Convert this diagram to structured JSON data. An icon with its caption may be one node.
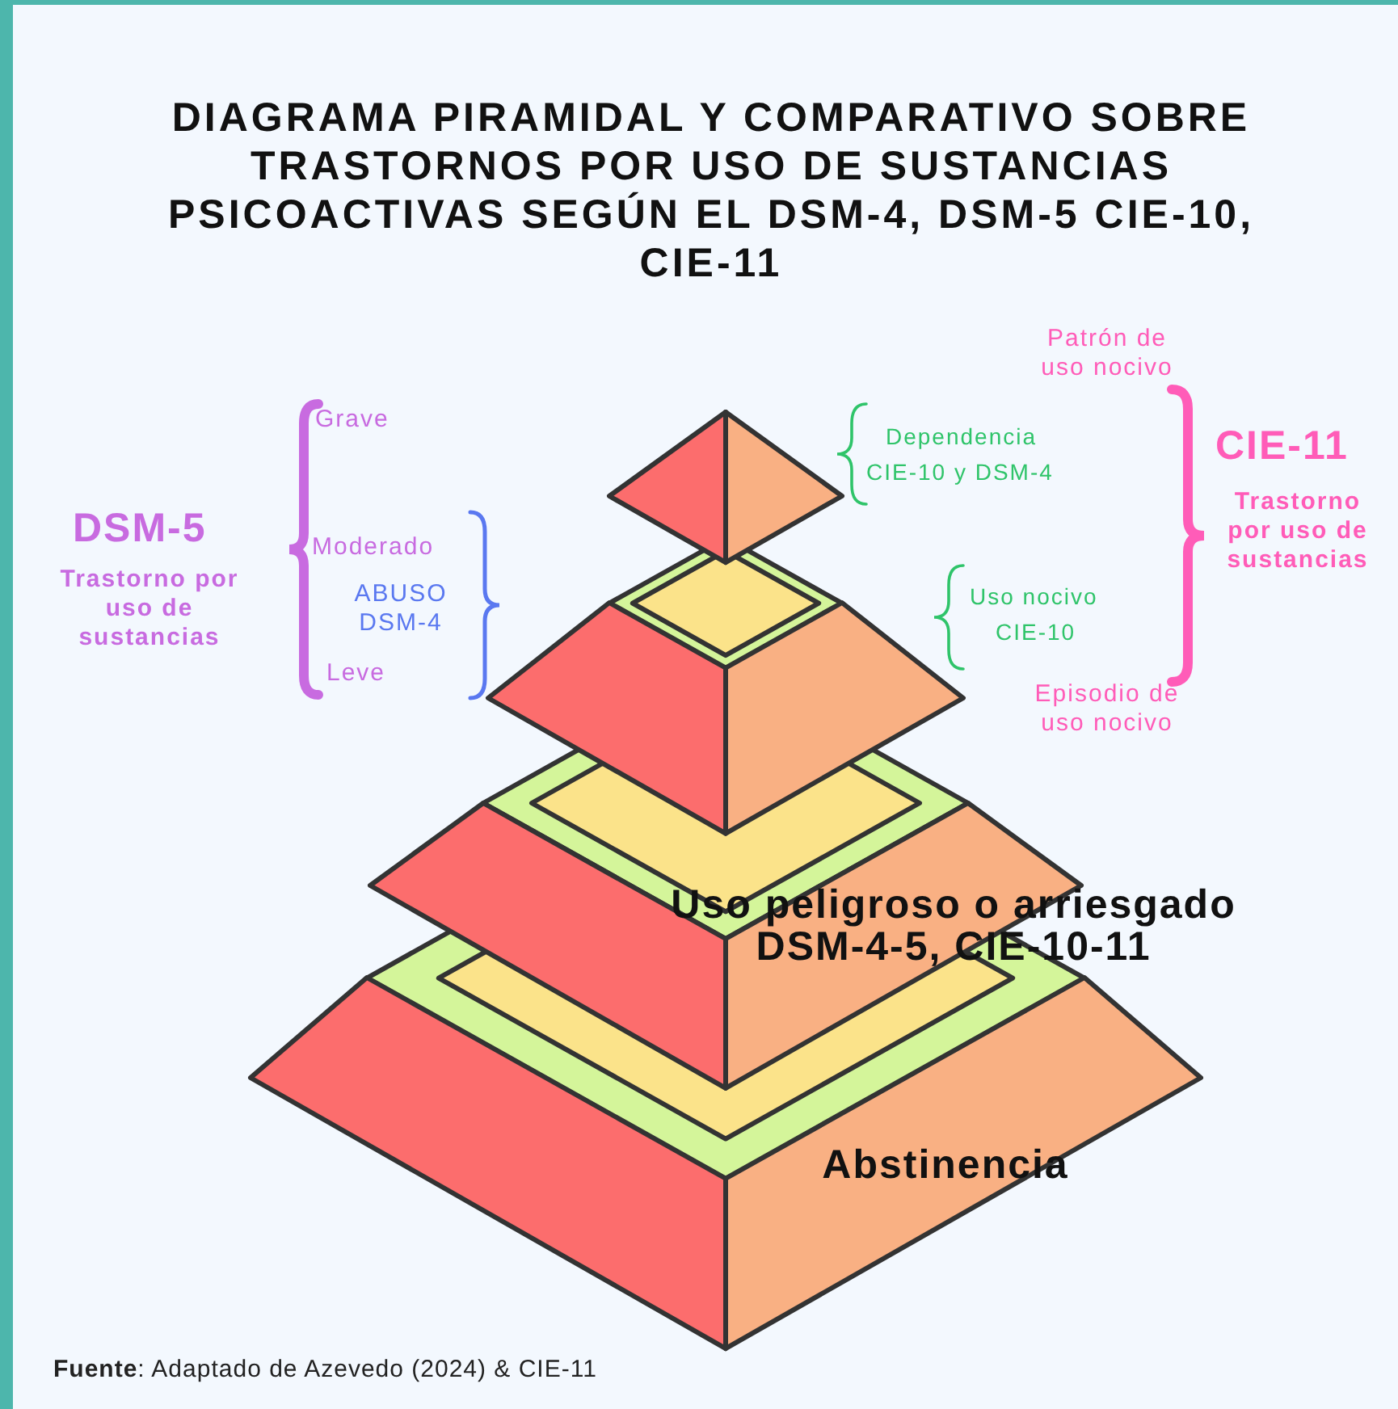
{
  "diagram": {
    "title": "DIAGRAMA PIRAMIDAL Y COMPARATIVO SOBRE TRASTORNOS POR USO DE SUSTANCIAS PSICOACTIVAS SEGÚN EL DSM-4, DSM-5 CIE-10, CIE-11",
    "caption": "**Fuente**: Adaptado de Azevedo (2024) & CIE-11",
    "nodes": [
      {
        "text": [],
        "shape": "pyramid"
      },
      {
        "text": [],
        "shape": "pyramid"
      },
      {
        "text": [
          "Uso peligroso o arriesgado DSM-4-5, CIE-10-11"
        ]
      },
      {
        "text": [
          "Abstinencia"
        ]
      }
    ],
    "labels": [
      "Patrón de uso nocivo",
      "Grave",
      "Dependencia",
      "CIE-10 y DSM-4",
      "CIE-11",
      "DSM-5",
      "Moderado",
      "Trastorno por uso de sustancias",
      "Trastorno por uso de sustancias",
      "ABUSO DSM-4",
      "Uso nocivo",
      "CIE-10",
      "Leve",
      "Episodio de uso nocivo"
    ]
  }
}
